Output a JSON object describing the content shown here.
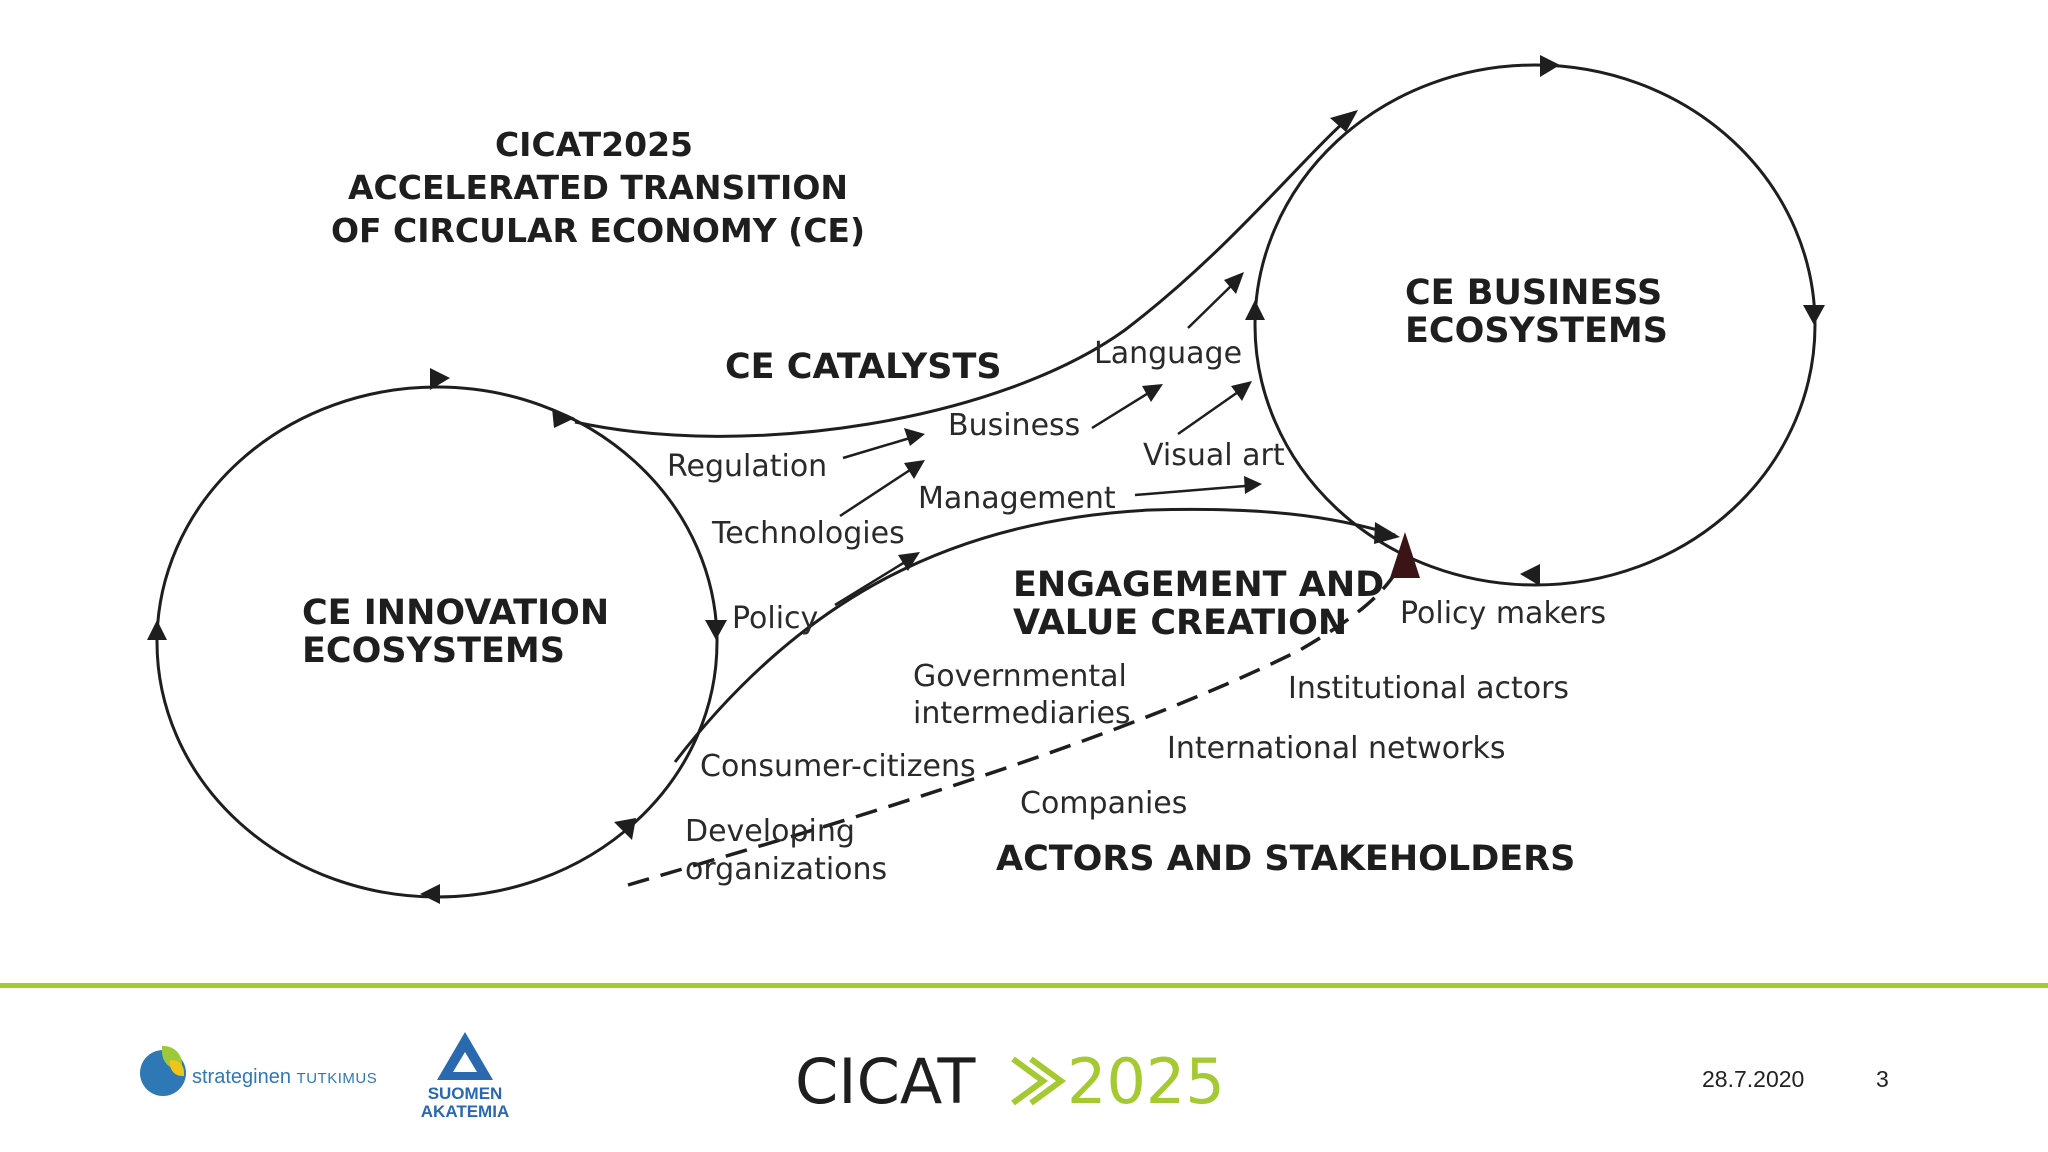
{
  "diagram": {
    "title": [
      "CICAT2025",
      "ACCELERATED TRANSITION",
      "OF CIRCULAR ECONOMY (CE)"
    ],
    "innovation": [
      "CE INNOVATION",
      "ECOSYSTEMS"
    ],
    "business": [
      "CE BUSINESS",
      "ECOSYSTEMS"
    ],
    "catalysts": "CE CATALYSTS",
    "engagement": [
      "ENGAGEMENT AND",
      "VALUE CREATION"
    ],
    "actors_title": "ACTORS AND STAKEHOLDERS",
    "catalyst_labels": {
      "regulation": "Regulation",
      "technologies": "Technologies",
      "policy": "Policy",
      "business": "Business",
      "management": "Management",
      "language": "Language",
      "visual_art": "Visual art"
    },
    "actor_labels": {
      "policy_makers": "Policy makers",
      "governmental": [
        "Governmental",
        "intermediaries"
      ],
      "institutional": "Institutional actors",
      "international": "International networks",
      "consumer": "Consumer-citizens",
      "companies": "Companies",
      "developing": [
        "Developing",
        "organizations"
      ]
    }
  },
  "footer": {
    "strateginen": "strateginen",
    "tutkimus": "TUTKIMUS",
    "akatemia": [
      "SUOMEN",
      "AKATEMIA"
    ],
    "cicat_word": "CICAT",
    "cicat_year": "2025",
    "date": "28.7.2020",
    "page": "3"
  },
  "colors": {
    "accent_green": "#a4c931",
    "logo_blue": "#2e79b5",
    "akatemia_blue": "#2a68b0",
    "ink": "#1e1e1e"
  }
}
